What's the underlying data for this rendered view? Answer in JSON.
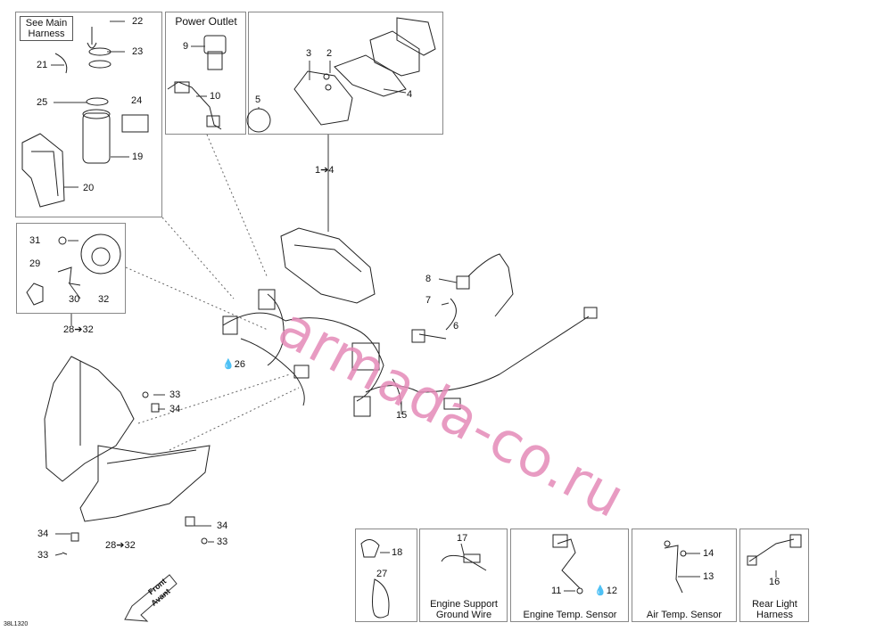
{
  "boxes": {
    "main_harness_note": "See Main\nHarness",
    "power_outlet": "Power Outlet",
    "engine_support": "Engine Support\nGround Wire",
    "engine_temp": "Engine Temp. Sensor",
    "air_temp": "Air Temp. Sensor",
    "rear_light": "Rear Light\nHarness"
  },
  "callouts": {
    "c22": "22",
    "c23": "23",
    "c21": "21",
    "c25": "25",
    "c24": "24",
    "c19": "19",
    "c20": "20",
    "c9": "9",
    "c10": "10",
    "c3": "3",
    "c2": "2",
    "c5": "5",
    "c4": "4",
    "c1to4": "1➔4",
    "c31": "31",
    "c29": "29",
    "c30": "30",
    "c32": "32",
    "c28to32a": "28➔32",
    "c8": "8",
    "c7": "7",
    "c6": "6",
    "c26": "26",
    "c33a": "33",
    "c34a": "34",
    "c15": "15",
    "c34b": "34",
    "c33b": "33",
    "c34c": "34",
    "c33c": "33",
    "c28to32b": "28➔32",
    "c18": "18",
    "c27": "27",
    "c17": "17",
    "c11": "11",
    "c12": "12",
    "c14": "14",
    "c13": "13",
    "c16": "16"
  },
  "direction_arrow": {
    "line1": "Front",
    "line2": "Avant"
  },
  "drawing_code": "38L1320",
  "watermark": "armada-co.ru"
}
